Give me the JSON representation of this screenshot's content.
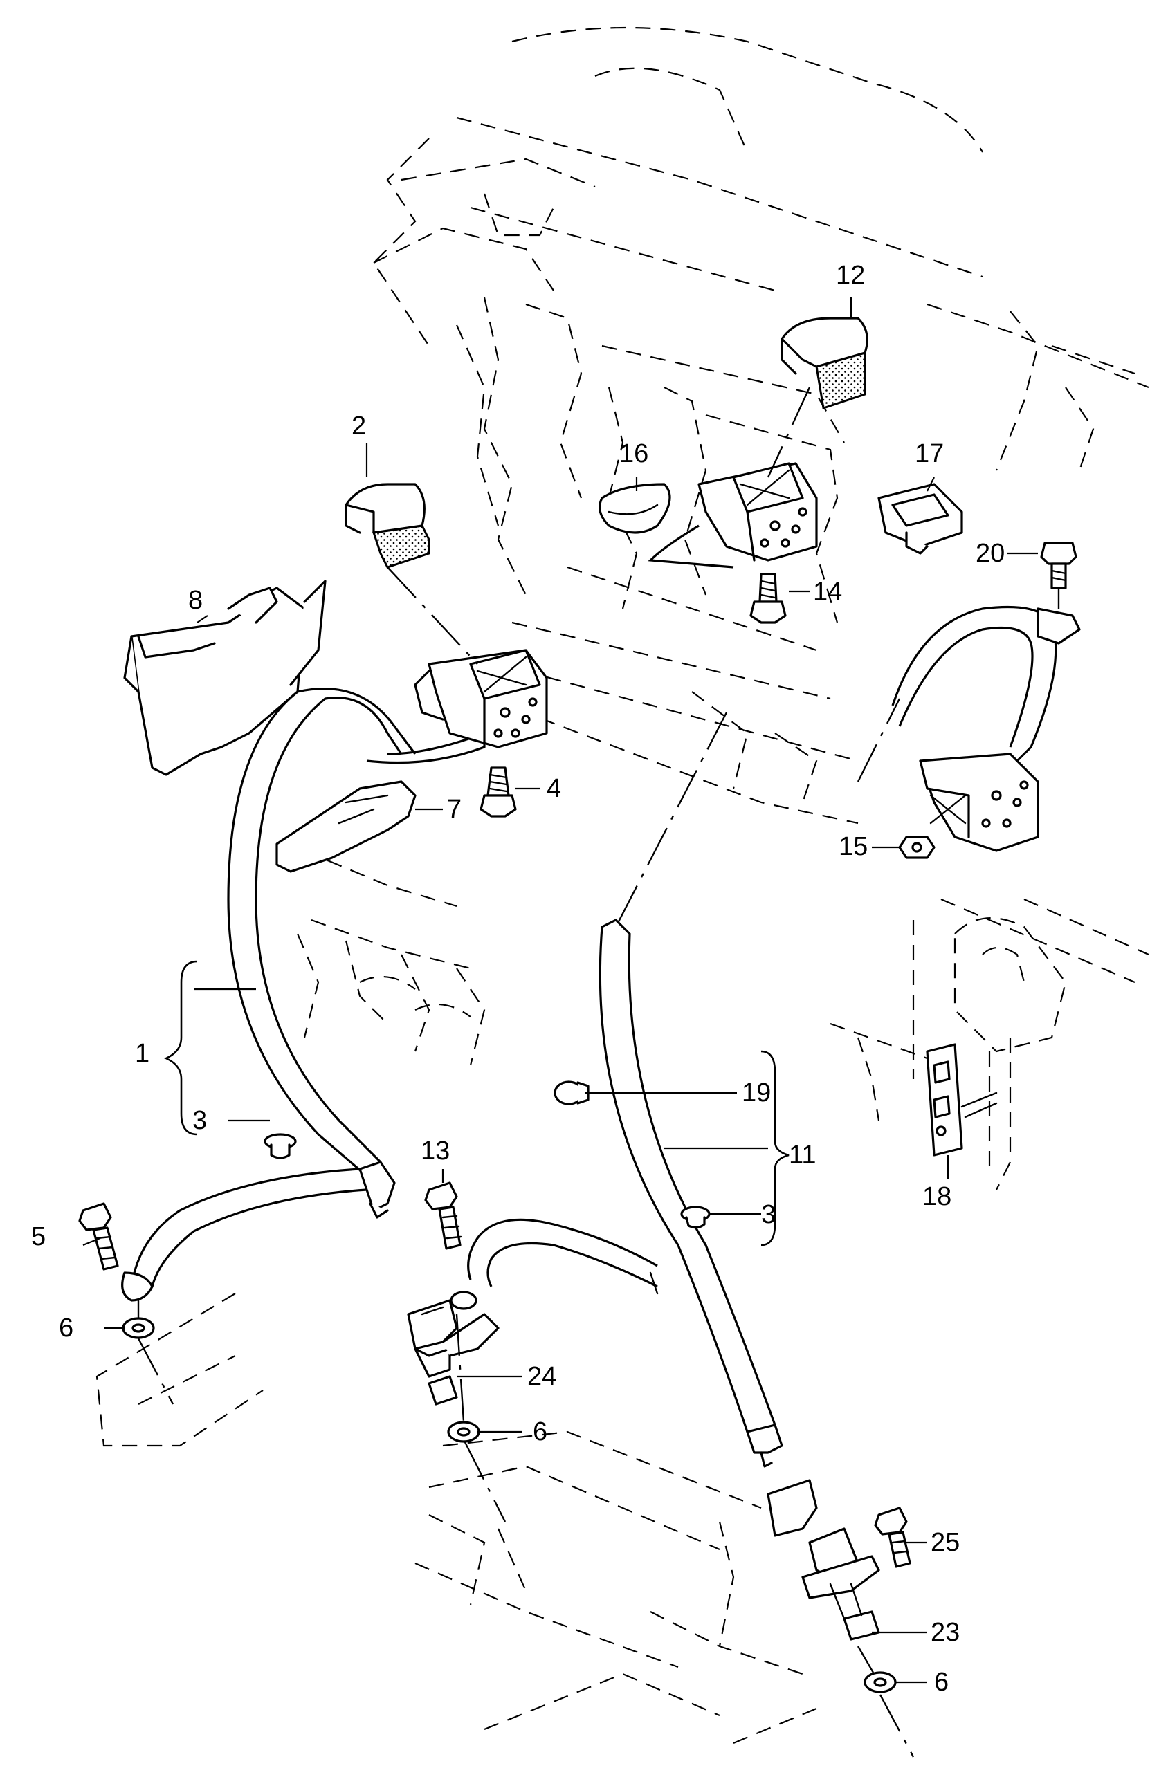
{
  "callouts": [
    {
      "id": "c1",
      "label": "1"
    },
    {
      "id": "c2",
      "label": "2"
    },
    {
      "id": "c3a",
      "label": "3"
    },
    {
      "id": "c3b",
      "label": "3"
    },
    {
      "id": "c4",
      "label": "4"
    },
    {
      "id": "c5",
      "label": "5"
    },
    {
      "id": "c6a",
      "label": "6"
    },
    {
      "id": "c6b",
      "label": "6"
    },
    {
      "id": "c6c",
      "label": "6"
    },
    {
      "id": "c7",
      "label": "7"
    },
    {
      "id": "c8",
      "label": "8"
    },
    {
      "id": "c11",
      "label": "11"
    },
    {
      "id": "c12",
      "label": "12"
    },
    {
      "id": "c13",
      "label": "13"
    },
    {
      "id": "c14",
      "label": "14"
    },
    {
      "id": "c15",
      "label": "15"
    },
    {
      "id": "c16",
      "label": "16"
    },
    {
      "id": "c17",
      "label": "17"
    },
    {
      "id": "c18",
      "label": "18"
    },
    {
      "id": "c19",
      "label": "19"
    },
    {
      "id": "c20",
      "label": "20"
    },
    {
      "id": "c23",
      "label": "23"
    },
    {
      "id": "c24",
      "label": "24"
    },
    {
      "id": "c25",
      "label": "25"
    }
  ]
}
